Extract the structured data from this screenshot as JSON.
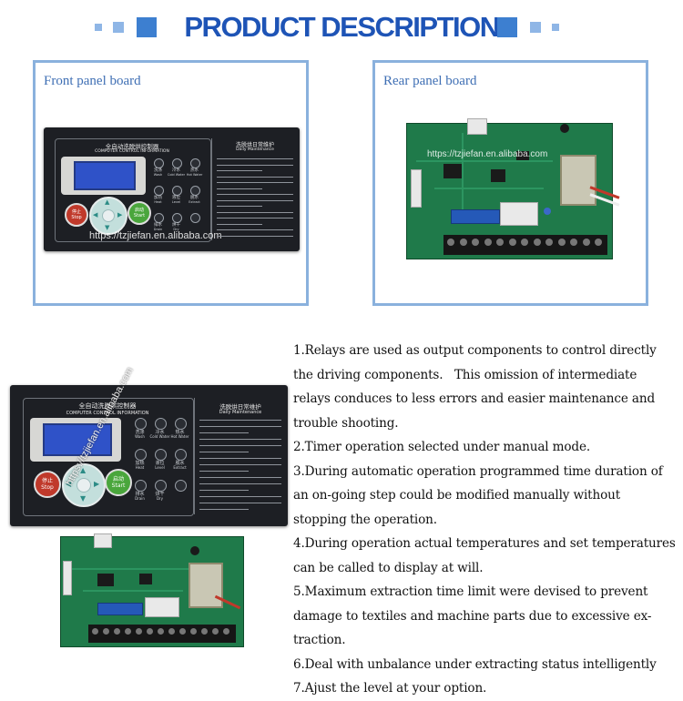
{
  "header": {
    "title": "PRODUCT DESCRIPTION"
  },
  "front_box": {
    "caption": "Front panel board"
  },
  "rear_box": {
    "caption": "Rear panel board"
  },
  "panel": {
    "title_cn": "全自动洗脱烘控制器",
    "title_en": "COMPUTER CONTROL INFORMATION",
    "stop_cn": "停止",
    "stop_en": "Stop",
    "start_cn": "启动",
    "start_en": "Start",
    "buttons": [
      {
        "cn": "洗涤",
        "en": "Wash"
      },
      {
        "cn": "冷水",
        "en": "Cold Water"
      },
      {
        "cn": "热水",
        "en": "Hot Water"
      },
      {
        "cn": "加热",
        "en": "Heat"
      },
      {
        "cn": "液位",
        "en": "Level"
      },
      {
        "cn": "脱水",
        "en": "Extract"
      },
      {
        "cn": "排水",
        "en": "Drain"
      },
      {
        "cn": "烘干",
        "en": "Dry"
      },
      {
        "cn": "",
        "en": ""
      }
    ],
    "maint_cn": "洗脱烘日常维护",
    "maint_en": "Daily Maintenance"
  },
  "watermark": "https://tzjiefan.en.alibaba.com",
  "watermark_short": "https://tzjiefan.en.alibaba.com",
  "watermark_rear": "https://tzjiefan.en.alibaba.com",
  "features": [
    "1.Relays are used as output components to control directly the driving components.   This omission of intermediate relays conduces to less errors and easier maintenance and trouble shooting.",
    "2.Timer operation selected under manual mode.",
    "3.During automatic operation programmed time duration of an on-going step could be modified manually without stopping the operation.",
    "4.During operation actual temperatures and set temperatures can be called to display at will.",
    "5.Maximum extraction time limit were devised to prevent damage to textiles and machine parts due to excessive ex-traction.",
    "6.Deal with unbalance under extracting status intelligently",
    "7.Ajust the level at your option."
  ],
  "colors": {
    "title": "#1e54b6",
    "frame": "#8ab1dd",
    "caption": "#3f6fb4",
    "square": "#3d7fd0"
  }
}
